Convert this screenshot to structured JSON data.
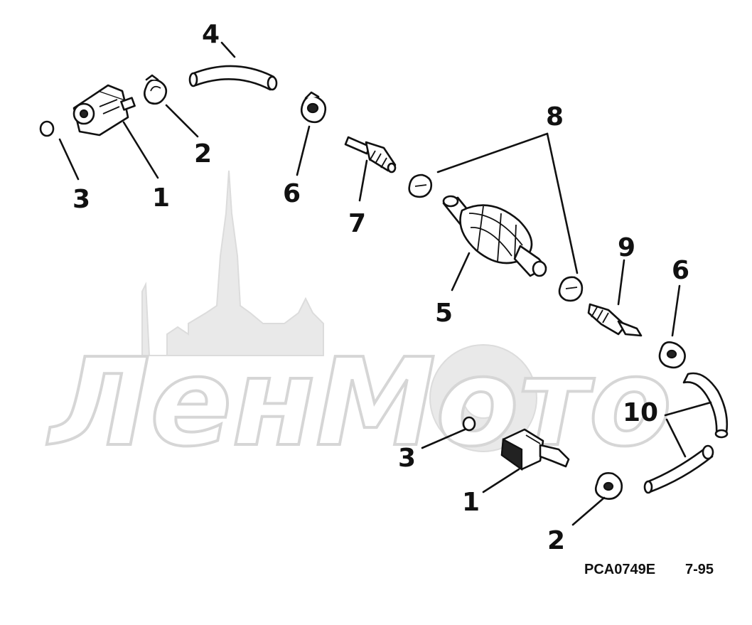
{
  "diagram": {
    "callouts": {
      "c1_top": "1",
      "c2_top": "2",
      "c3_top": "3",
      "c4": "4",
      "c5": "5",
      "c6_top": "6",
      "c6_bottom": "6",
      "c7": "7",
      "c8": "8",
      "c9": "9",
      "c10": "10",
      "c1_bottom": "1",
      "c2_bottom": "2",
      "c3_bottom": "3"
    },
    "drawing_code": "PCA0749E",
    "page_ref": "7-95"
  },
  "watermark": {
    "text": "ЛенМото"
  },
  "colors": {
    "ink": "#111111",
    "watermark": "#d6d6d6"
  }
}
